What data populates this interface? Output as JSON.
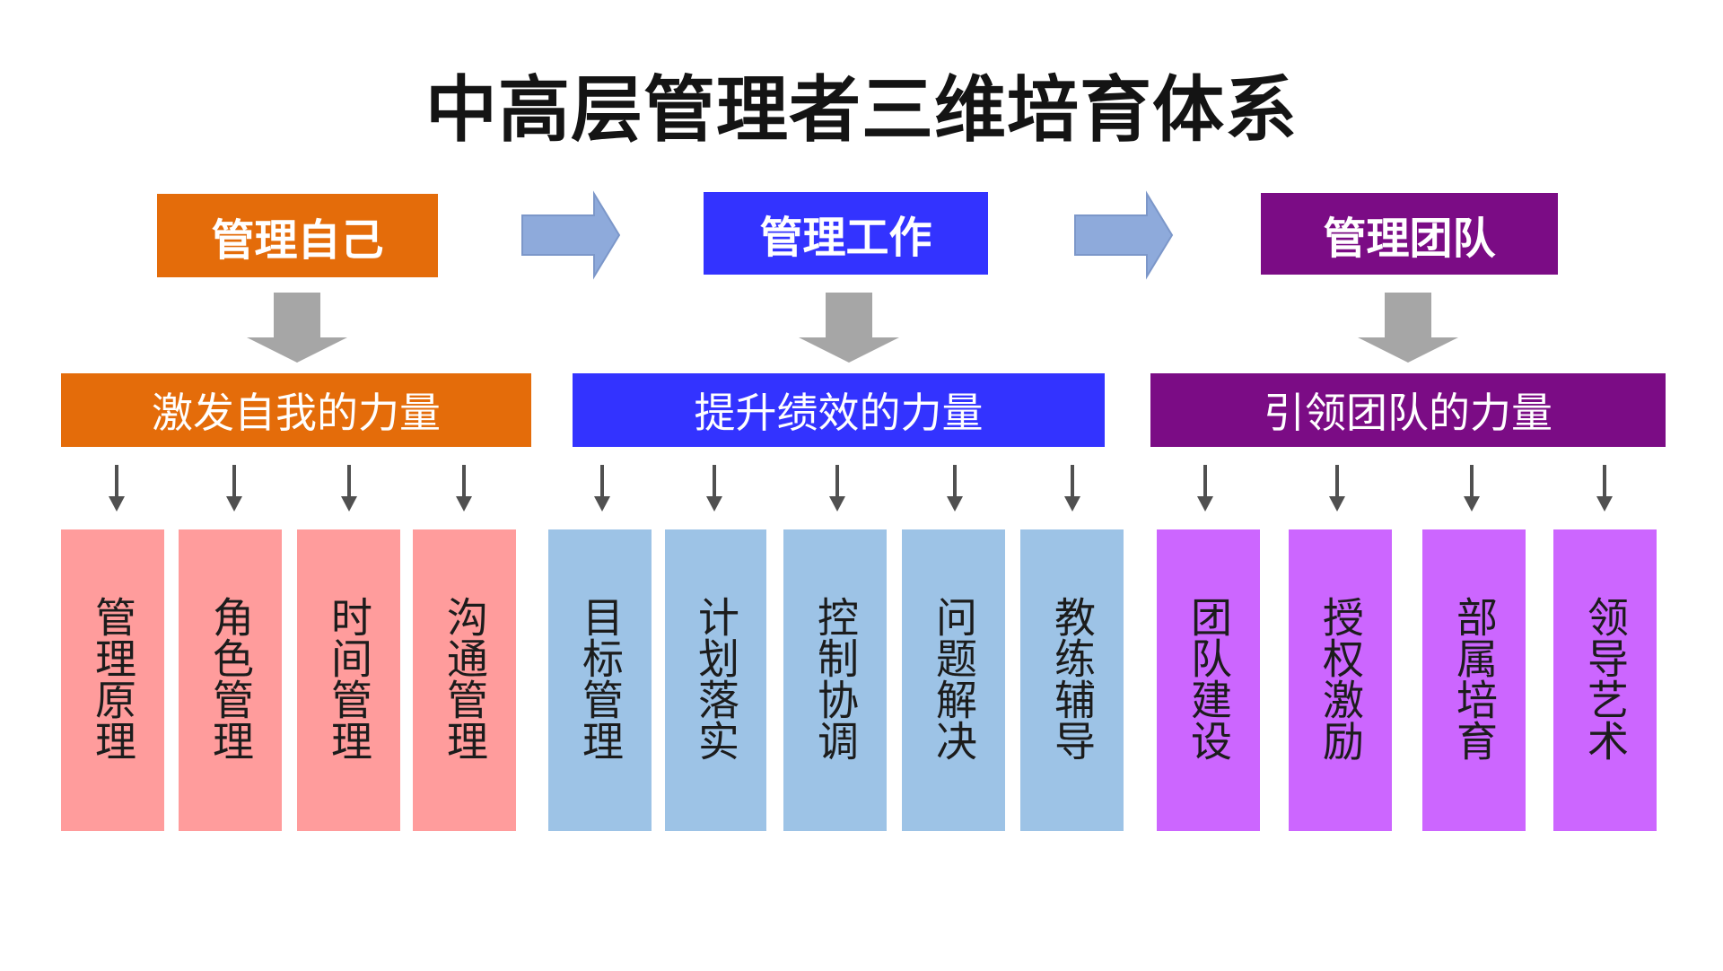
{
  "title": "中高层管理者三维培育体系",
  "colors": {
    "orange": "#E46C0A",
    "blue": "#3333FF",
    "purple": "#7B0C85",
    "pink": "#FF9C9C",
    "lightblue": "#9DC3E6",
    "violet": "#CC66FF",
    "flow_arrow": "#8EAADB",
    "down_arrow": "#A6A6A6",
    "small_arrow": "#505050"
  },
  "groups": [
    {
      "head": "管理自己",
      "sub": "激发自我的力量",
      "items": [
        "管理原理",
        "角色管理",
        "时间管理",
        "沟通管理"
      ]
    },
    {
      "head": "管理工作",
      "sub": "提升绩效的力量",
      "items": [
        "目标管理",
        "计划落实",
        "控制协调",
        "问题解决",
        "教练辅导"
      ]
    },
    {
      "head": "管理团队",
      "sub": "引领团队的力量",
      "items": [
        "团队建设",
        "授权激励",
        "部属培育",
        "领导艺术"
      ]
    }
  ]
}
